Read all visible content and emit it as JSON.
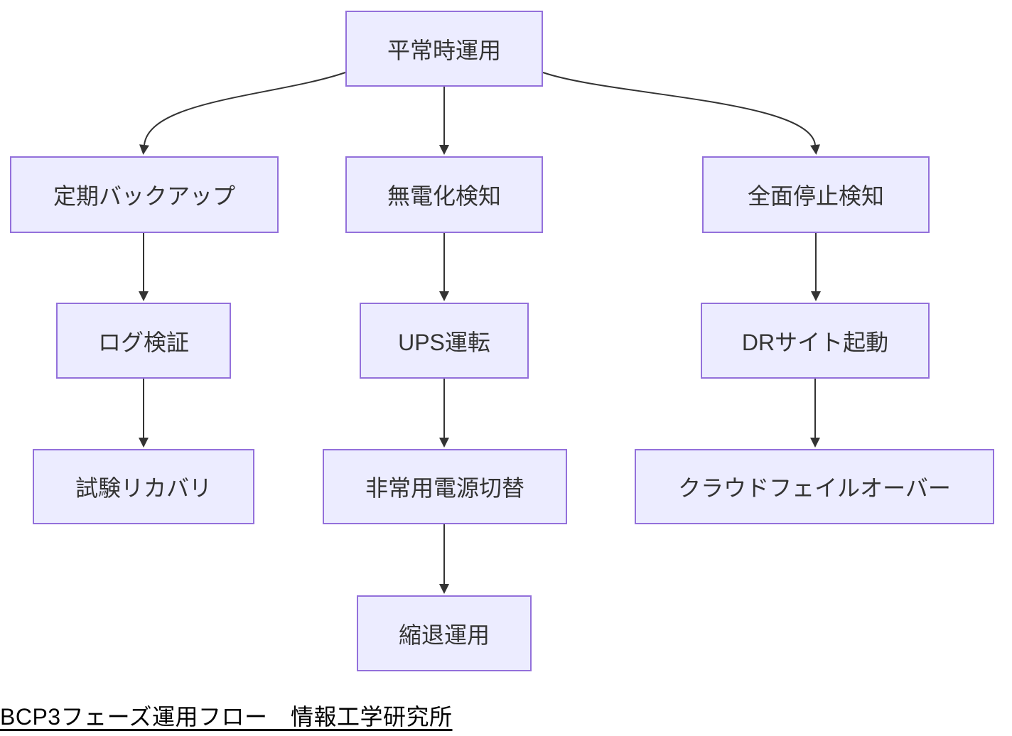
{
  "diagram": {
    "type": "flowchart",
    "direction": "top-down",
    "nodes": [
      {
        "id": "normal-operation",
        "label": "平常時運用"
      },
      {
        "id": "scheduled-backup",
        "label": "定期バックアップ"
      },
      {
        "id": "power-outage-detection",
        "label": "無電化検知"
      },
      {
        "id": "total-outage-detection",
        "label": "全面停止検知"
      },
      {
        "id": "log-verification",
        "label": "ログ検証"
      },
      {
        "id": "ups-operation",
        "label": "UPS運転"
      },
      {
        "id": "dr-site-startup",
        "label": "DRサイト起動"
      },
      {
        "id": "test-recovery",
        "label": "試験リカバリ"
      },
      {
        "id": "emergency-power-switchover",
        "label": "非常用電源切替"
      },
      {
        "id": "cloud-failover",
        "label": "クラウドフェイルオーバー"
      },
      {
        "id": "degraded-operation",
        "label": "縮退運用"
      }
    ],
    "edges": [
      {
        "from": "平常時運用",
        "to": "定期バックアップ"
      },
      {
        "from": "平常時運用",
        "to": "無電化検知"
      },
      {
        "from": "平常時運用",
        "to": "全面停止検知"
      },
      {
        "from": "定期バックアップ",
        "to": "ログ検証"
      },
      {
        "from": "ログ検証",
        "to": "試験リカバリ"
      },
      {
        "from": "無電化検知",
        "to": "UPS運転"
      },
      {
        "from": "UPS運転",
        "to": "非常用電源切替"
      },
      {
        "from": "非常用電源切替",
        "to": "縮退運用"
      },
      {
        "from": "全面停止検知",
        "to": "DRサイト起動"
      },
      {
        "from": "DRサイト起動",
        "to": "クラウドフェイルオーバー"
      }
    ],
    "colors": {
      "node_fill": "#ECECFF",
      "node_border": "#9370DB",
      "edge": "#333333",
      "node_text": "#333333",
      "caption_text": "#000000"
    }
  },
  "caption": {
    "text": "BCP3フェーズ運用フロー　情報工学研究所"
  }
}
